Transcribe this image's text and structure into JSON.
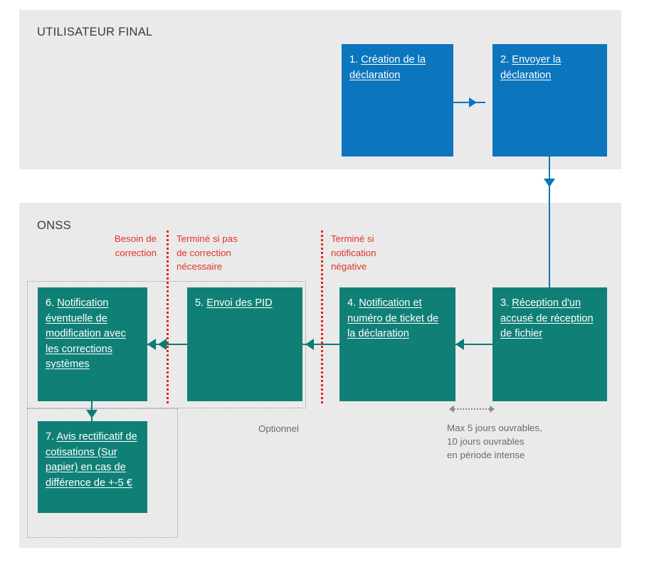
{
  "lanes": {
    "user": {
      "title": "UTILISATEUR FINAL"
    },
    "onss": {
      "title": "ONSS"
    }
  },
  "colors": {
    "lane_background": "#eaeaea",
    "blue_box": "#0b75bd",
    "teal_box": "#108077",
    "red_label": "#e2332a",
    "gray_note": "#6b6b6b",
    "page_background": "#ffffff"
  },
  "steps": [
    {
      "id": "1",
      "number": "1. ",
      "label": "Création de la déclaration",
      "color": "blue",
      "lane": "user"
    },
    {
      "id": "2",
      "number": "2. ",
      "label": "Envoyer la déclaration",
      "color": "blue",
      "lane": "user"
    },
    {
      "id": "3",
      "number": "3. ",
      "label": "Réception d'un accusé de réception de fichier",
      "color": "teal",
      "lane": "onss"
    },
    {
      "id": "4",
      "number": "4. ",
      "label": "Notification et numéro de ticket de la déclaration",
      "color": "teal",
      "lane": "onss"
    },
    {
      "id": "5",
      "number": "5. ",
      "label": "Envoi des PID",
      "color": "teal",
      "lane": "onss"
    },
    {
      "id": "6",
      "number": "6. ",
      "label": "Notification éventuelle de modification avec les corrections systèmes",
      "color": "teal",
      "lane": "onss"
    },
    {
      "id": "7",
      "number": "7. ",
      "label": "Avis rectificatif de cotisations (Sur papier) en cas de différence de +-5 €",
      "color": "teal",
      "lane": "onss"
    }
  ],
  "red_labels": [
    {
      "id": "besoin-correction",
      "text": "Besoin de\ncorrection",
      "align": "right"
    },
    {
      "id": "termine-pas-correction",
      "text": "Terminé si pas\nde correction\nnécessaire",
      "align": "left"
    },
    {
      "id": "termine-notification-negative",
      "text": "Terminé si\nnotification\nnégative",
      "align": "left"
    }
  ],
  "notes": [
    {
      "id": "optionnel",
      "text": "Optionnel"
    },
    {
      "id": "delai",
      "text": "Max 5 jours ouvrables,\n10 jours ouvrables\nen période intense"
    }
  ]
}
